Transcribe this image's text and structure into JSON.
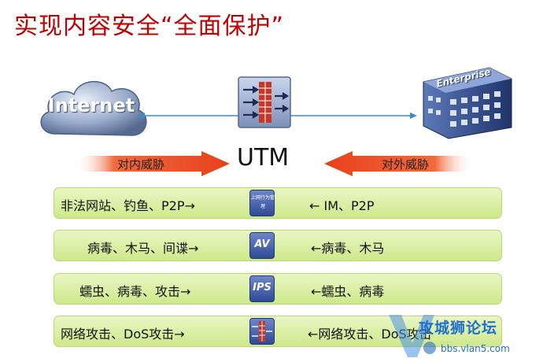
{
  "title": "实现内容安全“全面保护”",
  "internet_label": "Internet",
  "enterprise_label": "Enterprise",
  "utm_label": "UTM",
  "threat_in_label": "对内威胁",
  "threat_out_label": "对外威胁",
  "rows": [
    {
      "left": "非法网站、钓鱼、P2P→",
      "module": "上网行为管理",
      "right": "←  IM、P2P"
    },
    {
      "left": "病毒、木马、间谍→",
      "module": "AV",
      "right": "←病毒、木马"
    },
    {
      "left": "蠕虫、病毒、攻击→",
      "module": "IPS",
      "right": "←蠕虫、病毒"
    },
    {
      "left": "网络攻击、DoS攻击→",
      "module": "firewall",
      "right": "←网络攻击、DoS攻击"
    }
  ],
  "watermark": {
    "text": "攻城狮论坛",
    "url": "bbs.vlan5.com"
  },
  "colors": {
    "title": "#c00000",
    "arrow": "#e8401a",
    "row": "#d6ee9a",
    "module": "#2f4a96"
  }
}
